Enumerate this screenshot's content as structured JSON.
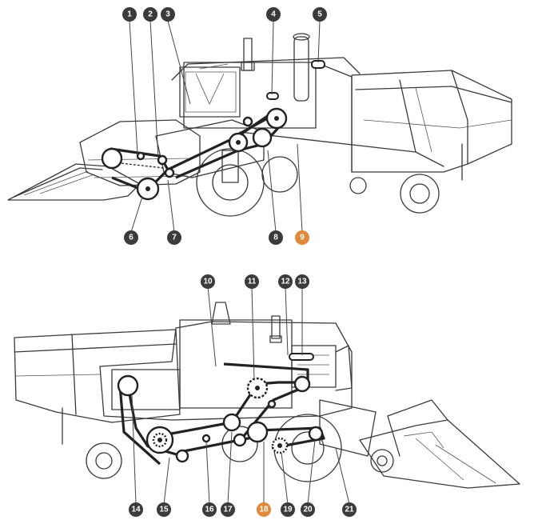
{
  "colors": {
    "badge": "#3b3b3b",
    "highlight": "#e0893a",
    "line": "#3a3a3a"
  },
  "callouts_top": [
    {
      "id": "c1",
      "label": "1"
    },
    {
      "id": "c2",
      "label": "2"
    },
    {
      "id": "c3",
      "label": "3"
    },
    {
      "id": "c4",
      "label": "4"
    },
    {
      "id": "c5",
      "label": "5"
    },
    {
      "id": "c6",
      "label": "6"
    },
    {
      "id": "c7",
      "label": "7"
    },
    {
      "id": "c8",
      "label": "8"
    },
    {
      "id": "c9",
      "label": "9",
      "highlight": true
    }
  ],
  "callouts_bottom": [
    {
      "id": "c10",
      "label": "10"
    },
    {
      "id": "c11",
      "label": "11"
    },
    {
      "id": "c12",
      "label": "12"
    },
    {
      "id": "c13",
      "label": "13"
    },
    {
      "id": "c14",
      "label": "14"
    },
    {
      "id": "c15",
      "label": "15"
    },
    {
      "id": "c16",
      "label": "16"
    },
    {
      "id": "c17",
      "label": "17"
    },
    {
      "id": "c18",
      "label": "18",
      "highlight": true
    },
    {
      "id": "c19",
      "label": "19"
    },
    {
      "id": "c20",
      "label": "20"
    },
    {
      "id": "c21",
      "label": "21"
    }
  ]
}
